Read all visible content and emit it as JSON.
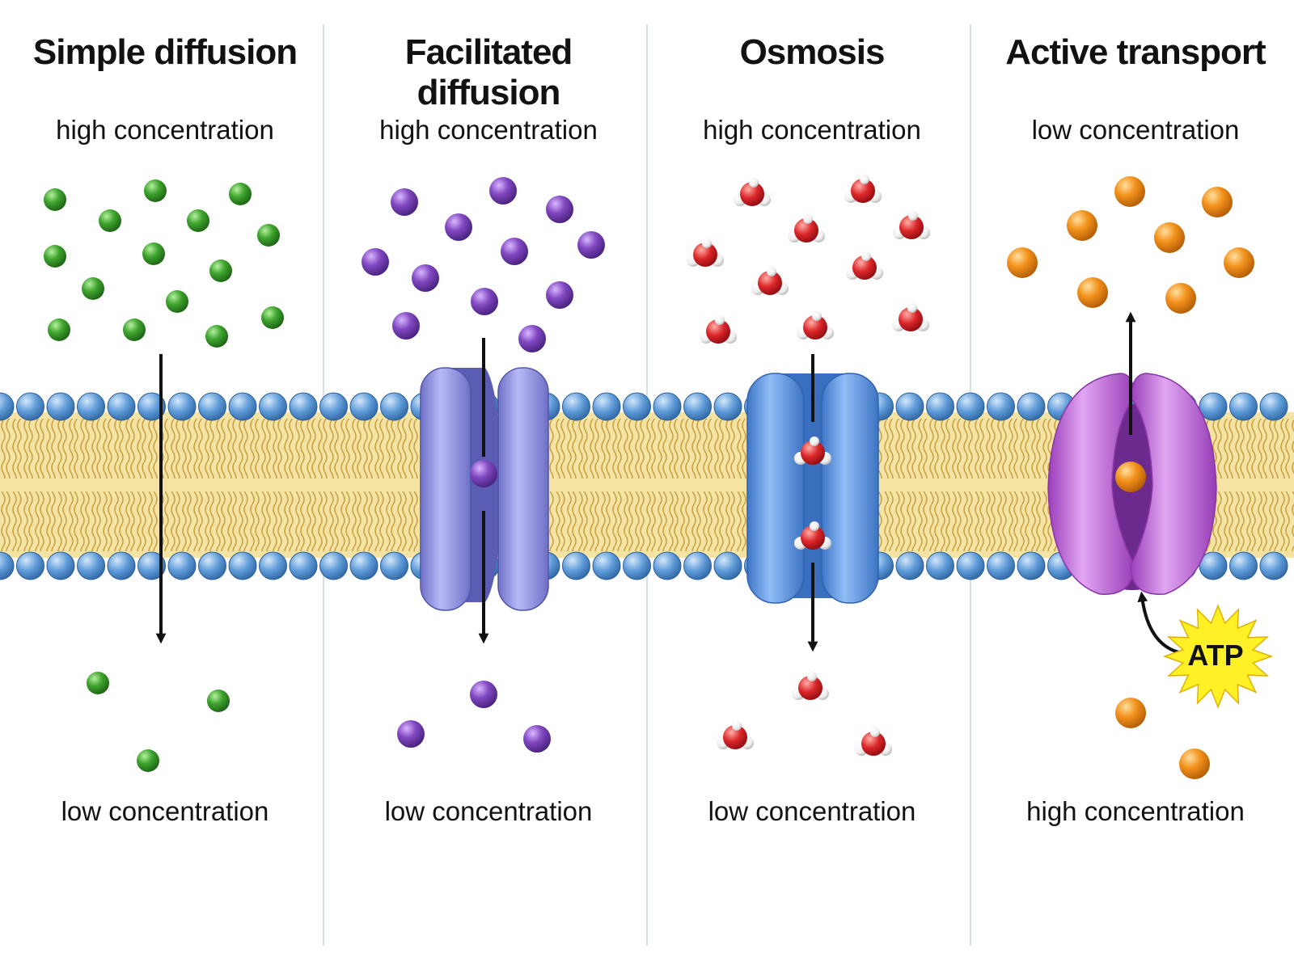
{
  "panels": [
    {
      "title": "Simple diffusion",
      "top_label": "high concentration",
      "bottom_label": "low concentration"
    },
    {
      "title": "Facilitated diffusion",
      "top_label": "high concentration",
      "bottom_label": "low concentration"
    },
    {
      "title": "Osmosis",
      "top_label": "high concentration",
      "bottom_label": "low concentration"
    },
    {
      "title": "Active transport",
      "top_label": "low concentration",
      "bottom_label": "high concentration"
    }
  ],
  "atp_label": "ATP",
  "colors": {
    "membrane_head": "#4f8ed0",
    "membrane_tail": "#f4e3a2",
    "solute_green": "#3a9a2a",
    "solute_purple": "#7a45b8",
    "water_oxygen": "#d8262a",
    "solute_orange": "#f0901a",
    "channel_protein": "#8c8ee0",
    "aquaporin": "#5b92e0",
    "pump_protein": "#b65bd2",
    "atp_burst": "#fff126",
    "divider": "#c9d6e6"
  },
  "icons": [
    "green-molecule-icon",
    "purple-molecule-icon",
    "water-molecule-icon",
    "orange-molecule-icon",
    "arrow-icon",
    "atp-burst-icon"
  ]
}
